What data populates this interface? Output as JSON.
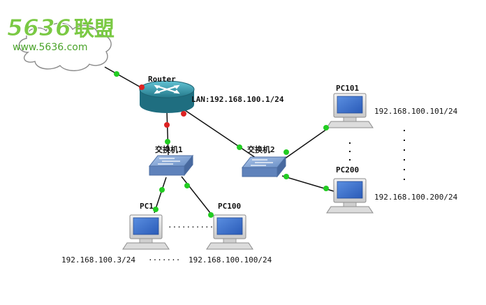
{
  "logo": {
    "brand_number": "5636",
    "brand_chinese": "联盟",
    "url": "www.5636.com"
  },
  "router": {
    "label": "Router",
    "lan": "LAN:192.168.100.1/24"
  },
  "switches": [
    {
      "label": "交换机1"
    },
    {
      "label": "交换机2"
    }
  ],
  "pcs": [
    {
      "label": "PC1",
      "ip": "192.168.100.3/24"
    },
    {
      "label": "PC100",
      "ip": "192.168.100.100/24"
    },
    {
      "label": "PC101",
      "ip": "192.168.100.101/24"
    },
    {
      "label": "PC200",
      "ip": "192.168.100.200/24"
    }
  ],
  "ellipsis": {
    "bottom_between_pcs": "..........",
    "bottom_between_ips": "......."
  },
  "colors": {
    "port_up": "#22cc22",
    "port_down": "#dd2222",
    "router_body": "#3aa0b4",
    "switch_body": "#6f93c9",
    "logo_green": "#7ac943"
  }
}
